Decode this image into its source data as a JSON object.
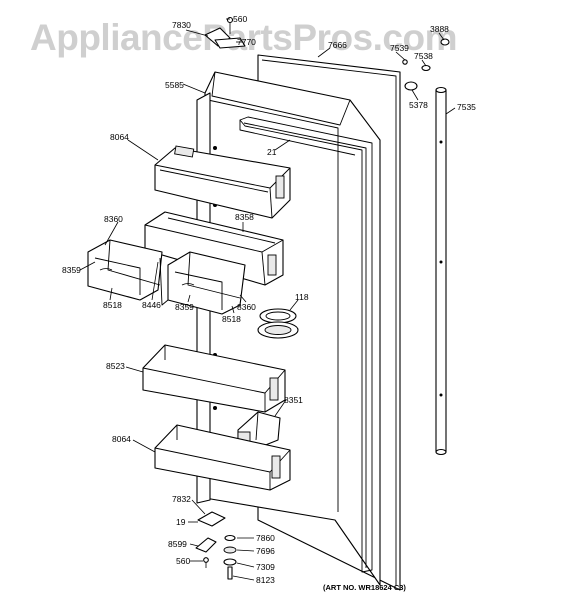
{
  "watermark": "AppliancePartsPros.com",
  "art_number": "(ART NO. WR18624 C3)",
  "callouts": {
    "c7830": "7830",
    "c560_top": "560",
    "c7770": "7770",
    "c7666": "7666",
    "c7539": "7539",
    "c7538": "7538",
    "c3888": "3888",
    "c5585": "5585",
    "c5378": "5378",
    "c7535": "7535",
    "c8064_top": "8064",
    "c21": "21",
    "c8360_left": "8360",
    "c8358": "8358",
    "c8359_left": "8359",
    "c8518_left": "8518",
    "c8446": "8446",
    "c8359_mid": "8359",
    "c8518_mid": "8518",
    "c8360_mid": "8360",
    "c118": "118",
    "c8523": "8523",
    "c8351": "8351",
    "c8064_bot": "8064",
    "c7832": "7832",
    "c19": "19",
    "c8599": "8599",
    "c560_bot": "560",
    "c7860": "7860",
    "c7696": "7696",
    "c7309": "7309",
    "c8123": "8123"
  }
}
